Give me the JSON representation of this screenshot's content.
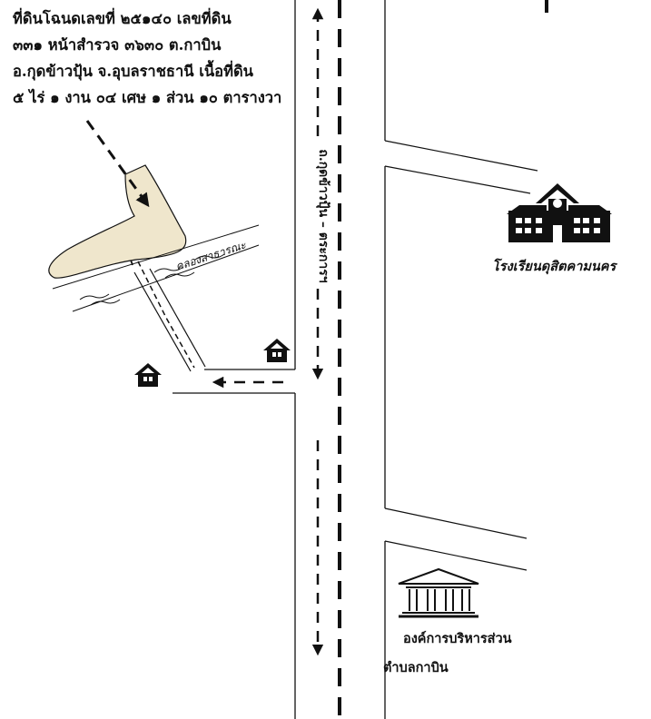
{
  "parcel": {
    "lines": [
      "ที่ดินโฉนดเลขที่ ๒๕๑๔๐ เลขที่ดิน",
      "๓๓๑ หน้าสำรวจ ๓๖๓๐ ต.กาบิน",
      "อ.กุดข้าวปุ้น จ.อุบลราชธานี เนื้อที่ดิน",
      "๕ ไร่ ๑ งาน ๐๔ เศษ ๑ ส่วน ๑๐ ตารางวา"
    ]
  },
  "roads": {
    "main_road_label": "ถ.กุดข้าวปุ้น – ตระการฯ"
  },
  "waterway": {
    "label": "คลองสาธารณะ"
  },
  "landmarks": {
    "school": {
      "label": "โรงเรียนดุสิตคามนคร",
      "icon": "school-building-icon"
    },
    "office": {
      "line1": "องค์การบริหารส่วน",
      "line2": "ตำบลกาบิน",
      "icon": "government-building-icon"
    }
  },
  "icons": {
    "house": "house-icon"
  },
  "colors": {
    "parcel_fill": "#efe6cc",
    "ink": "#111111"
  }
}
